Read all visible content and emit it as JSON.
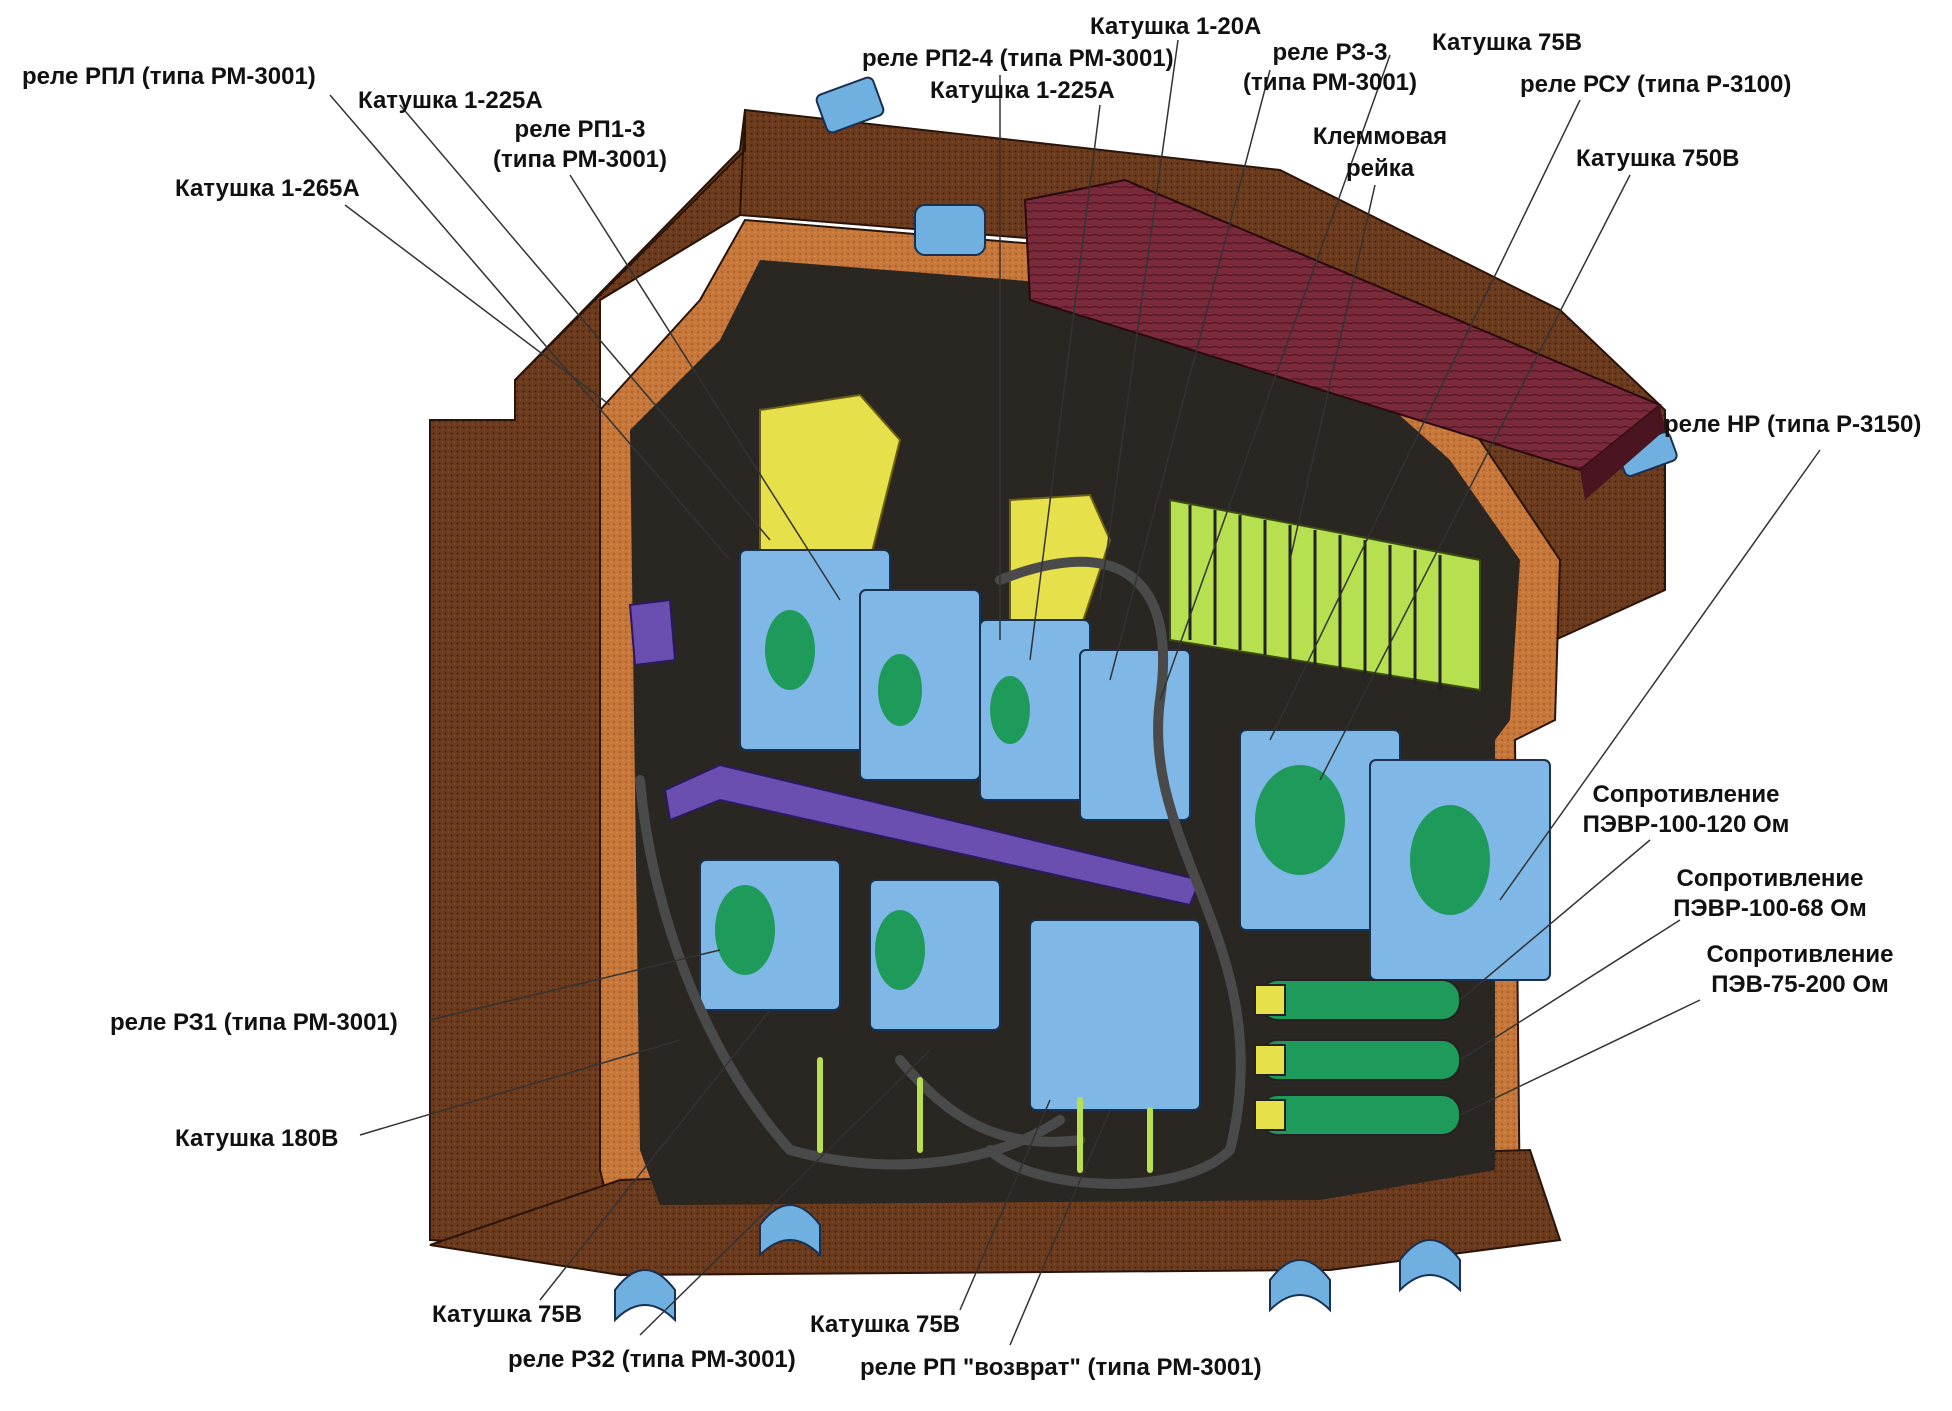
{
  "labels": {
    "rpl": "реле РПЛ (типа РМ-3001)",
    "k1_225a_left": "Катушка 1-225А",
    "rp1_3_line1": "реле РП1-3",
    "rp1_3_line2": "(типа РМ-3001)",
    "k1_265a": "Катушка 1-265А",
    "k1_20a": "Катушка 1-20А",
    "rp2_4": "реле РП2-4 (типа РМ-3001)",
    "k1_225a_right": "Катушка 1-225А",
    "rz3_line1": "реле РЗ-3",
    "rz3_line2": "(типа РМ-3001)",
    "k75v_top": "Катушка 75В",
    "rsu": "реле РСУ (типа Р-3100)",
    "klem_line1": "Клеммовая",
    "klem_line2": "рейка",
    "k750v": "Катушка 750В",
    "nr": "реле НР (типа Р-3150)",
    "pevr120_line1": "Сопротивление",
    "pevr120_line2": "ПЭВР-100-120 Ом",
    "pevr68_line1": "Сопротивление",
    "pevr68_line2": "ПЭВР-100-68 Ом",
    "pev200_line1": "Сопротивление",
    "pev200_line2": "ПЭВ-75-200 Ом",
    "rz1": "реле РЗ1 (типа РМ-3001)",
    "k180v": "Катушка 180В",
    "k75v_bottom_left": "Катушка 75В",
    "rz2": "реле РЗ2 (типа РМ-3001)",
    "k75v_bottom_mid": "Катушка 75В",
    "rp_return": "реле РП \"возврат\" (типа РМ-3001)"
  },
  "colors": {
    "box_outer": "#6b3b1e",
    "box_inner": "#c8773a",
    "interior": "#2a2622",
    "terminal_strip": "#7a2a3a",
    "relay_blue": "#7fb8e6",
    "coil_green": "#1e9a5a",
    "coil_yellow": "#e6e04a",
    "rail_purple": "#6a4fb0",
    "wire_lime": "#b6e050",
    "leader_line": "#333333"
  }
}
